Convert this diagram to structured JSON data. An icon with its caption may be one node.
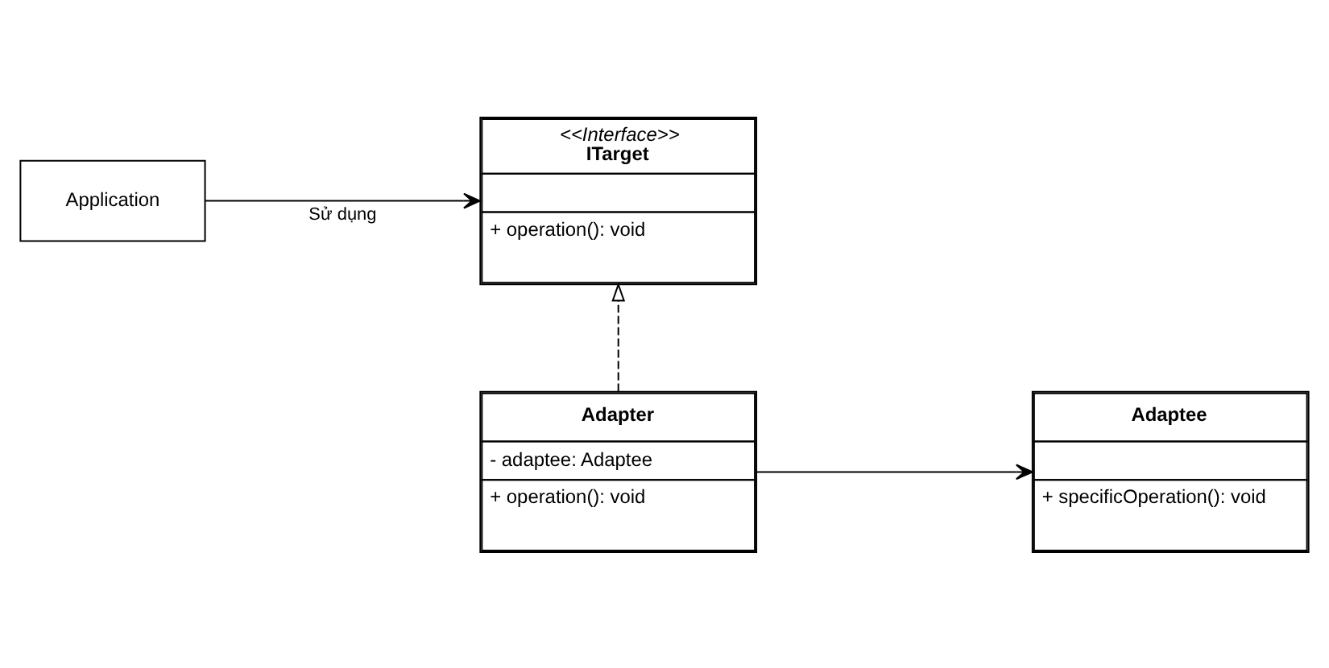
{
  "diagram": {
    "nodes": [
      {
        "text": [
          "Application"
        ]
      },
      {
        "text": [
          "<<Interface>>",
          "ITarget",
          "+ operation(): void"
        ]
      },
      {
        "text": [
          "Adapter",
          "- adaptee: Adaptee",
          "+ operation(): void"
        ]
      },
      {
        "text": [
          "Adaptee",
          "+ specificOperation(): void"
        ]
      }
    ],
    "edges": [
      {
        "from": 0,
        "to": 1,
        "arrow": "to",
        "label": "Sử dụng"
      },
      {
        "from": 2,
        "to": 1,
        "arrow": "to",
        "style": "dashed"
      },
      {
        "from": 2,
        "to": 3,
        "arrow": "to"
      }
    ]
  }
}
